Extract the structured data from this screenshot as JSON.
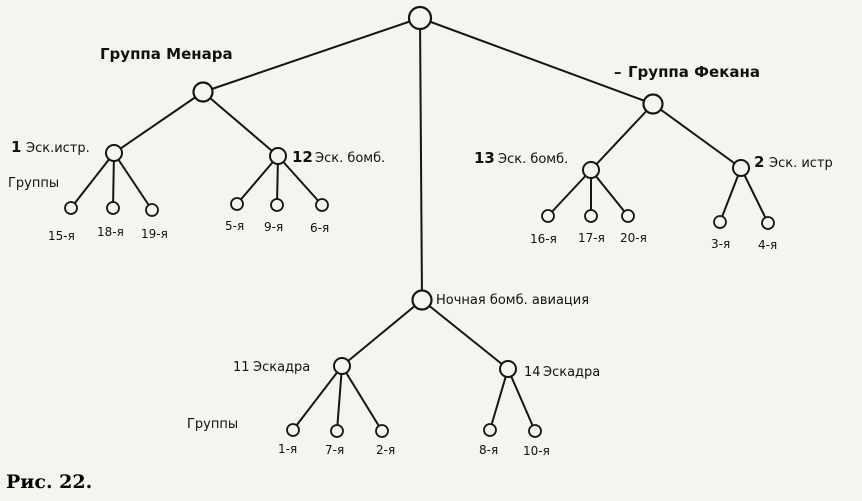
{
  "diagram": {
    "group_menara": "Группа Менара",
    "group_fekana_dash": "–",
    "group_fekana": "Группа Фекана",
    "sq1_num": "1",
    "sq1_name": "Эск.истр.",
    "sq12_num": "12",
    "sq12_name": "Эск. бомб.",
    "sq13_num": "13",
    "sq13_name": "Эск. бомб.",
    "sq2_num": "2",
    "sq2_name": "Эск. истр",
    "groups_label_top": "Группы",
    "night": "Ночная бомб. авиация",
    "sq11_num": "11",
    "sq11_name": "Эскадра",
    "sq14_num": "14",
    "sq14_name": "Эскадра",
    "groups_label_bottom": "Группы",
    "leaves": [
      "15-я",
      "18-я",
      "19-я",
      "5-я",
      "9-я",
      "6-я",
      "16-я",
      "17-я",
      "20-я",
      "3-я",
      "4-я",
      "1-я",
      "7-я",
      "2-я",
      "8-я",
      "10-я"
    ],
    "caption": "Рис. 22."
  }
}
